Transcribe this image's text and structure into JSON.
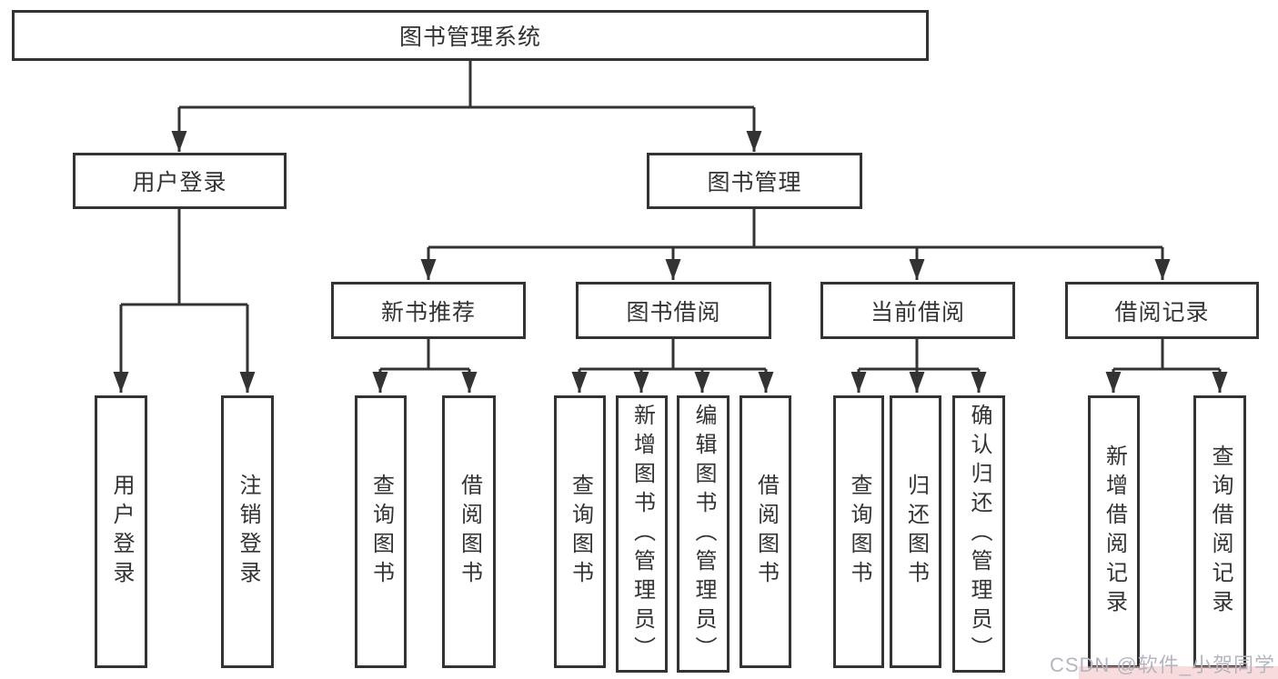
{
  "colors": {
    "line": "#333333",
    "box_border": "#333333",
    "box_fill": "#ffffff",
    "text": "#333333",
    "background": "#ffffff",
    "watermark_text": "#b5b5bf",
    "watermark_tint": "#f2bdbf"
  },
  "tree": {
    "root": {
      "label": "图书管理系统"
    },
    "branches": [
      {
        "label": "用户登录",
        "children": [
          {
            "label": "用户登录"
          },
          {
            "label": "注销登录"
          }
        ]
      },
      {
        "label": "图书管理",
        "children": [
          {
            "label": "新书推荐",
            "children": [
              {
                "label": "查询图书"
              },
              {
                "label": "借阅图书"
              }
            ]
          },
          {
            "label": "图书借阅",
            "children": [
              {
                "label": "查询图书"
              },
              {
                "label": "新增图书（管理员）"
              },
              {
                "label": "编辑图书（管理员）"
              },
              {
                "label": "借阅图书"
              }
            ]
          },
          {
            "label": "当前借阅",
            "children": [
              {
                "label": "查询图书"
              },
              {
                "label": "归还图书"
              },
              {
                "label": "确认归还（管理员）"
              }
            ]
          },
          {
            "label": "借阅记录",
            "children": [
              {
                "label": "新增借阅记录"
              },
              {
                "label": "查询借阅记录"
              }
            ]
          }
        ]
      }
    ]
  },
  "watermark": {
    "text": "CSDN @软件_小贺同学"
  }
}
